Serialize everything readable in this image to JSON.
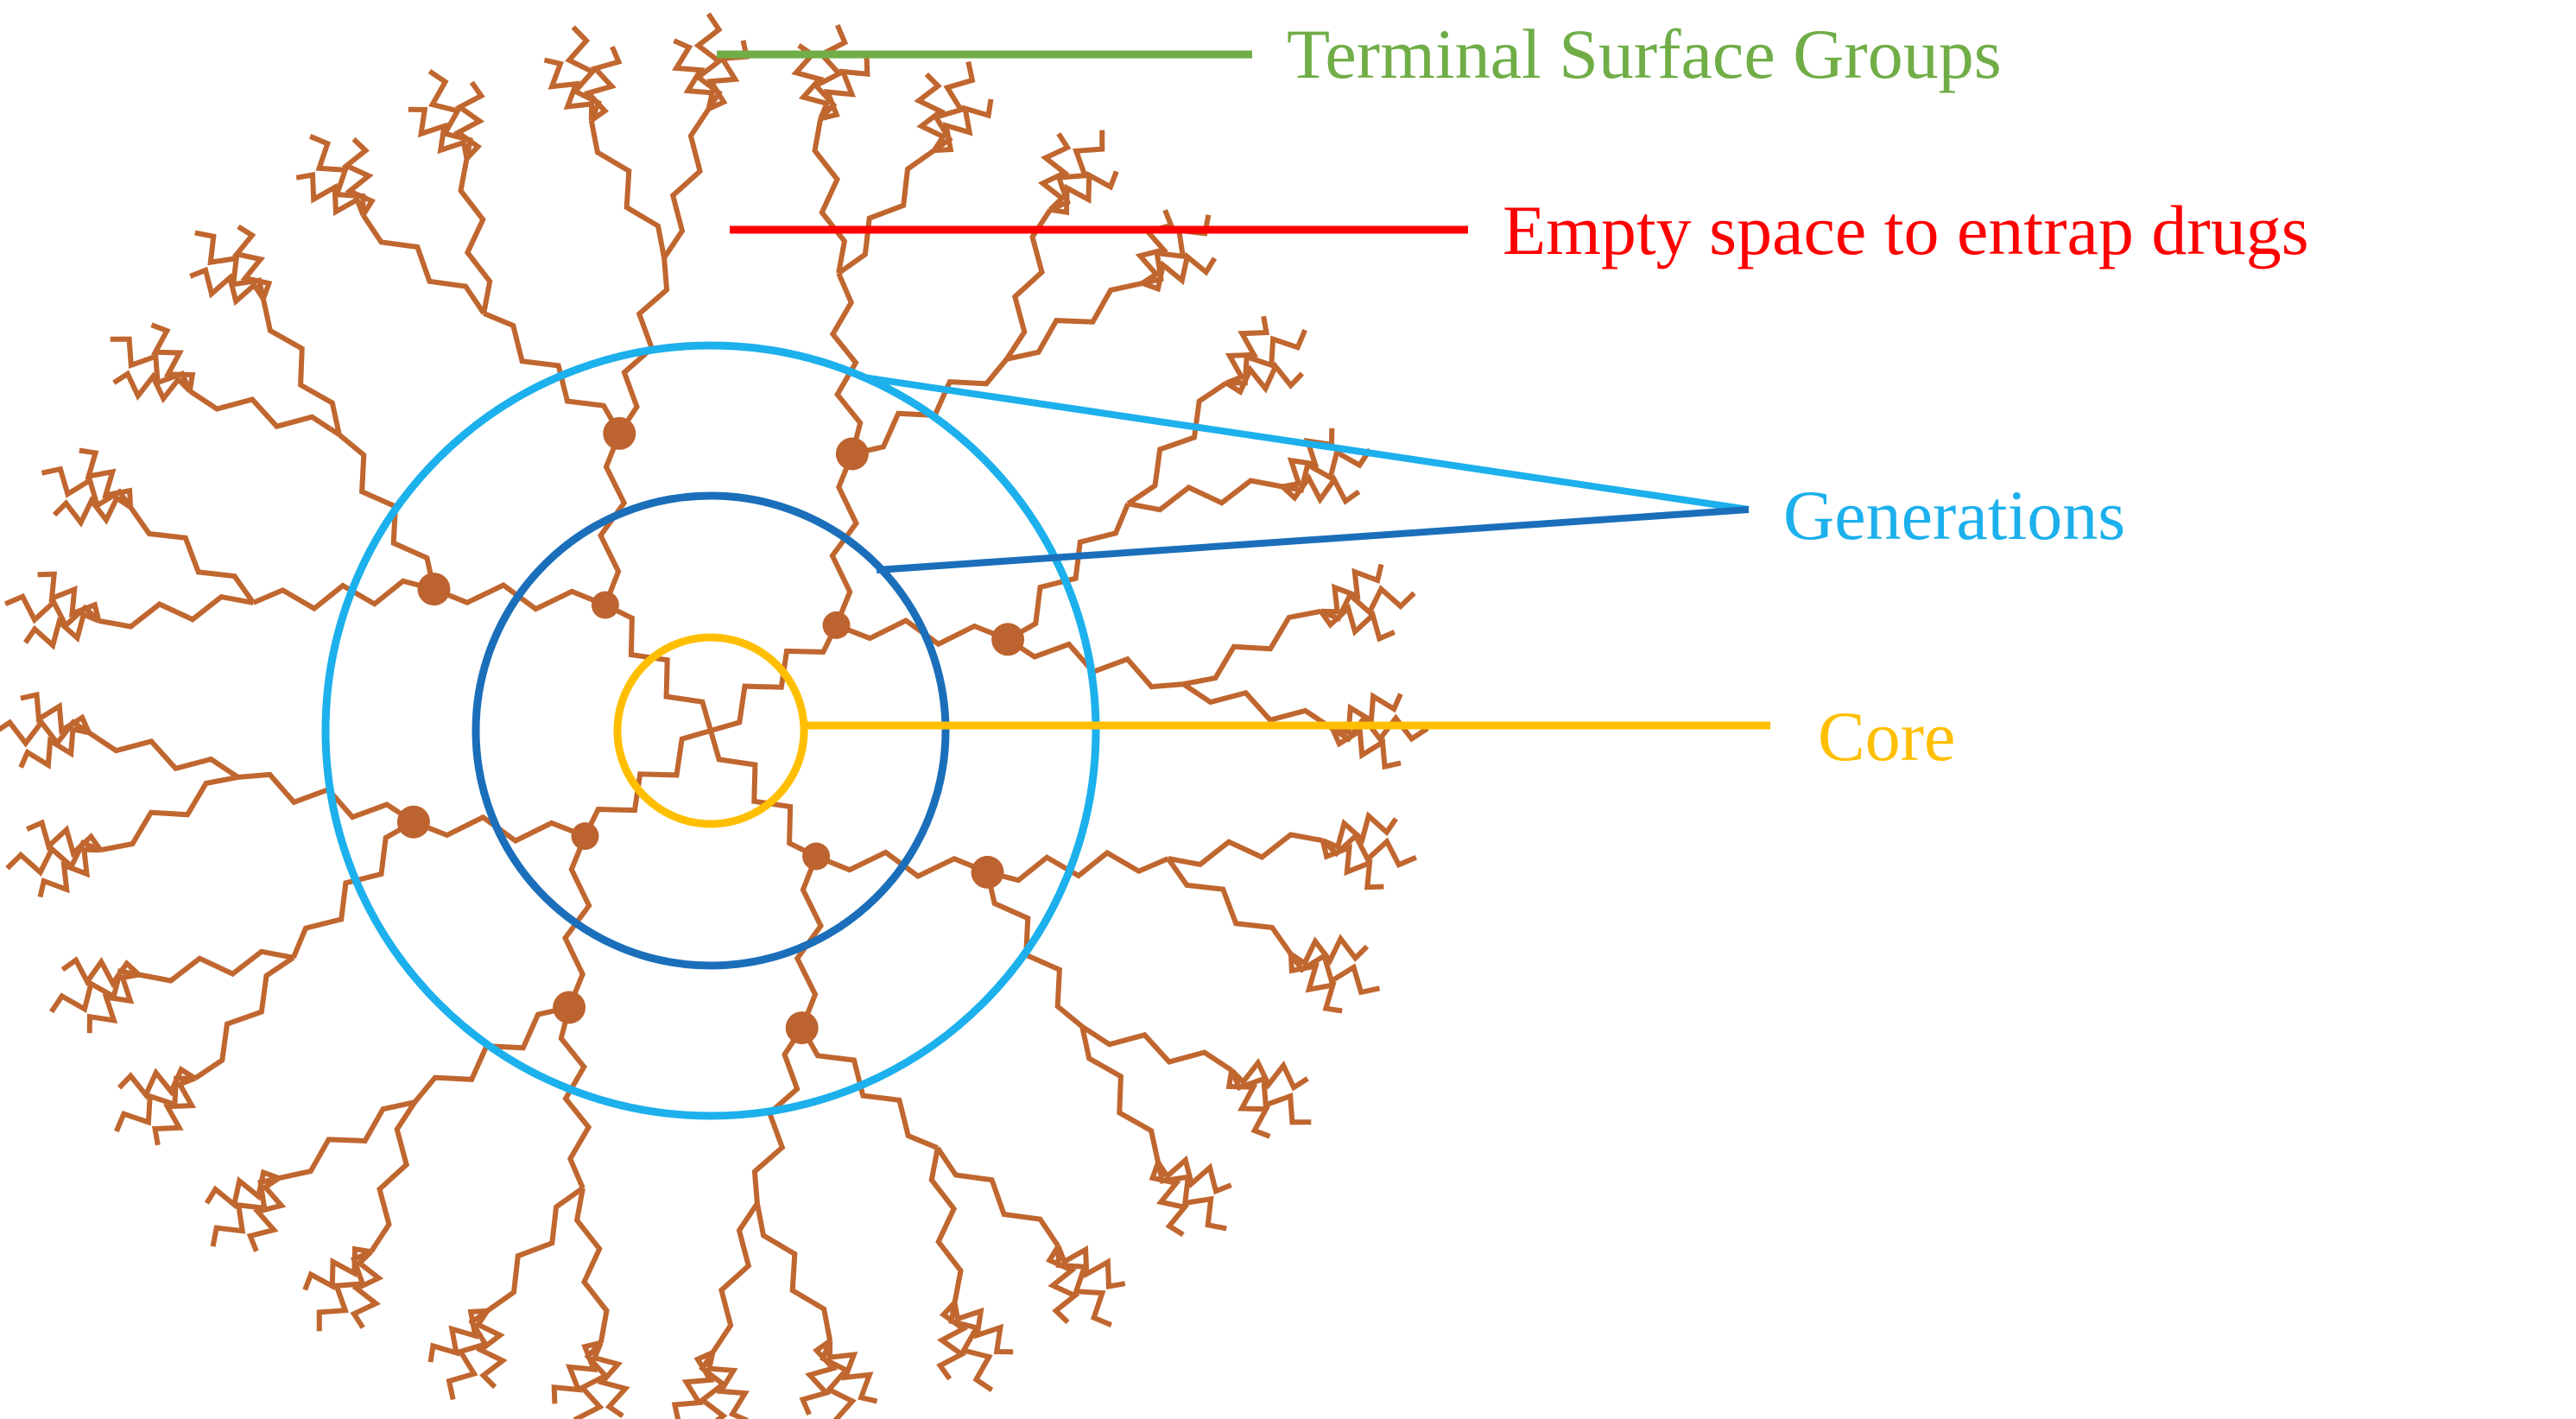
{
  "labels": {
    "terminal_groups": "Terminal Surface Groups",
    "empty_space": "Empty space to entrap drugs",
    "generations": "Generations",
    "core": "Core"
  },
  "colors": {
    "branch": "#c0662f",
    "node": "#bd6330",
    "terminal_groups": "#70ad47",
    "empty_space": "#ff0000",
    "generation_outer": "#1cb0ec",
    "generation_inner": "#1b6fba",
    "core": "#ffbf00"
  },
  "structure": {
    "core_branches": 4,
    "generation_count": 2,
    "terminal_group_count": 96
  }
}
